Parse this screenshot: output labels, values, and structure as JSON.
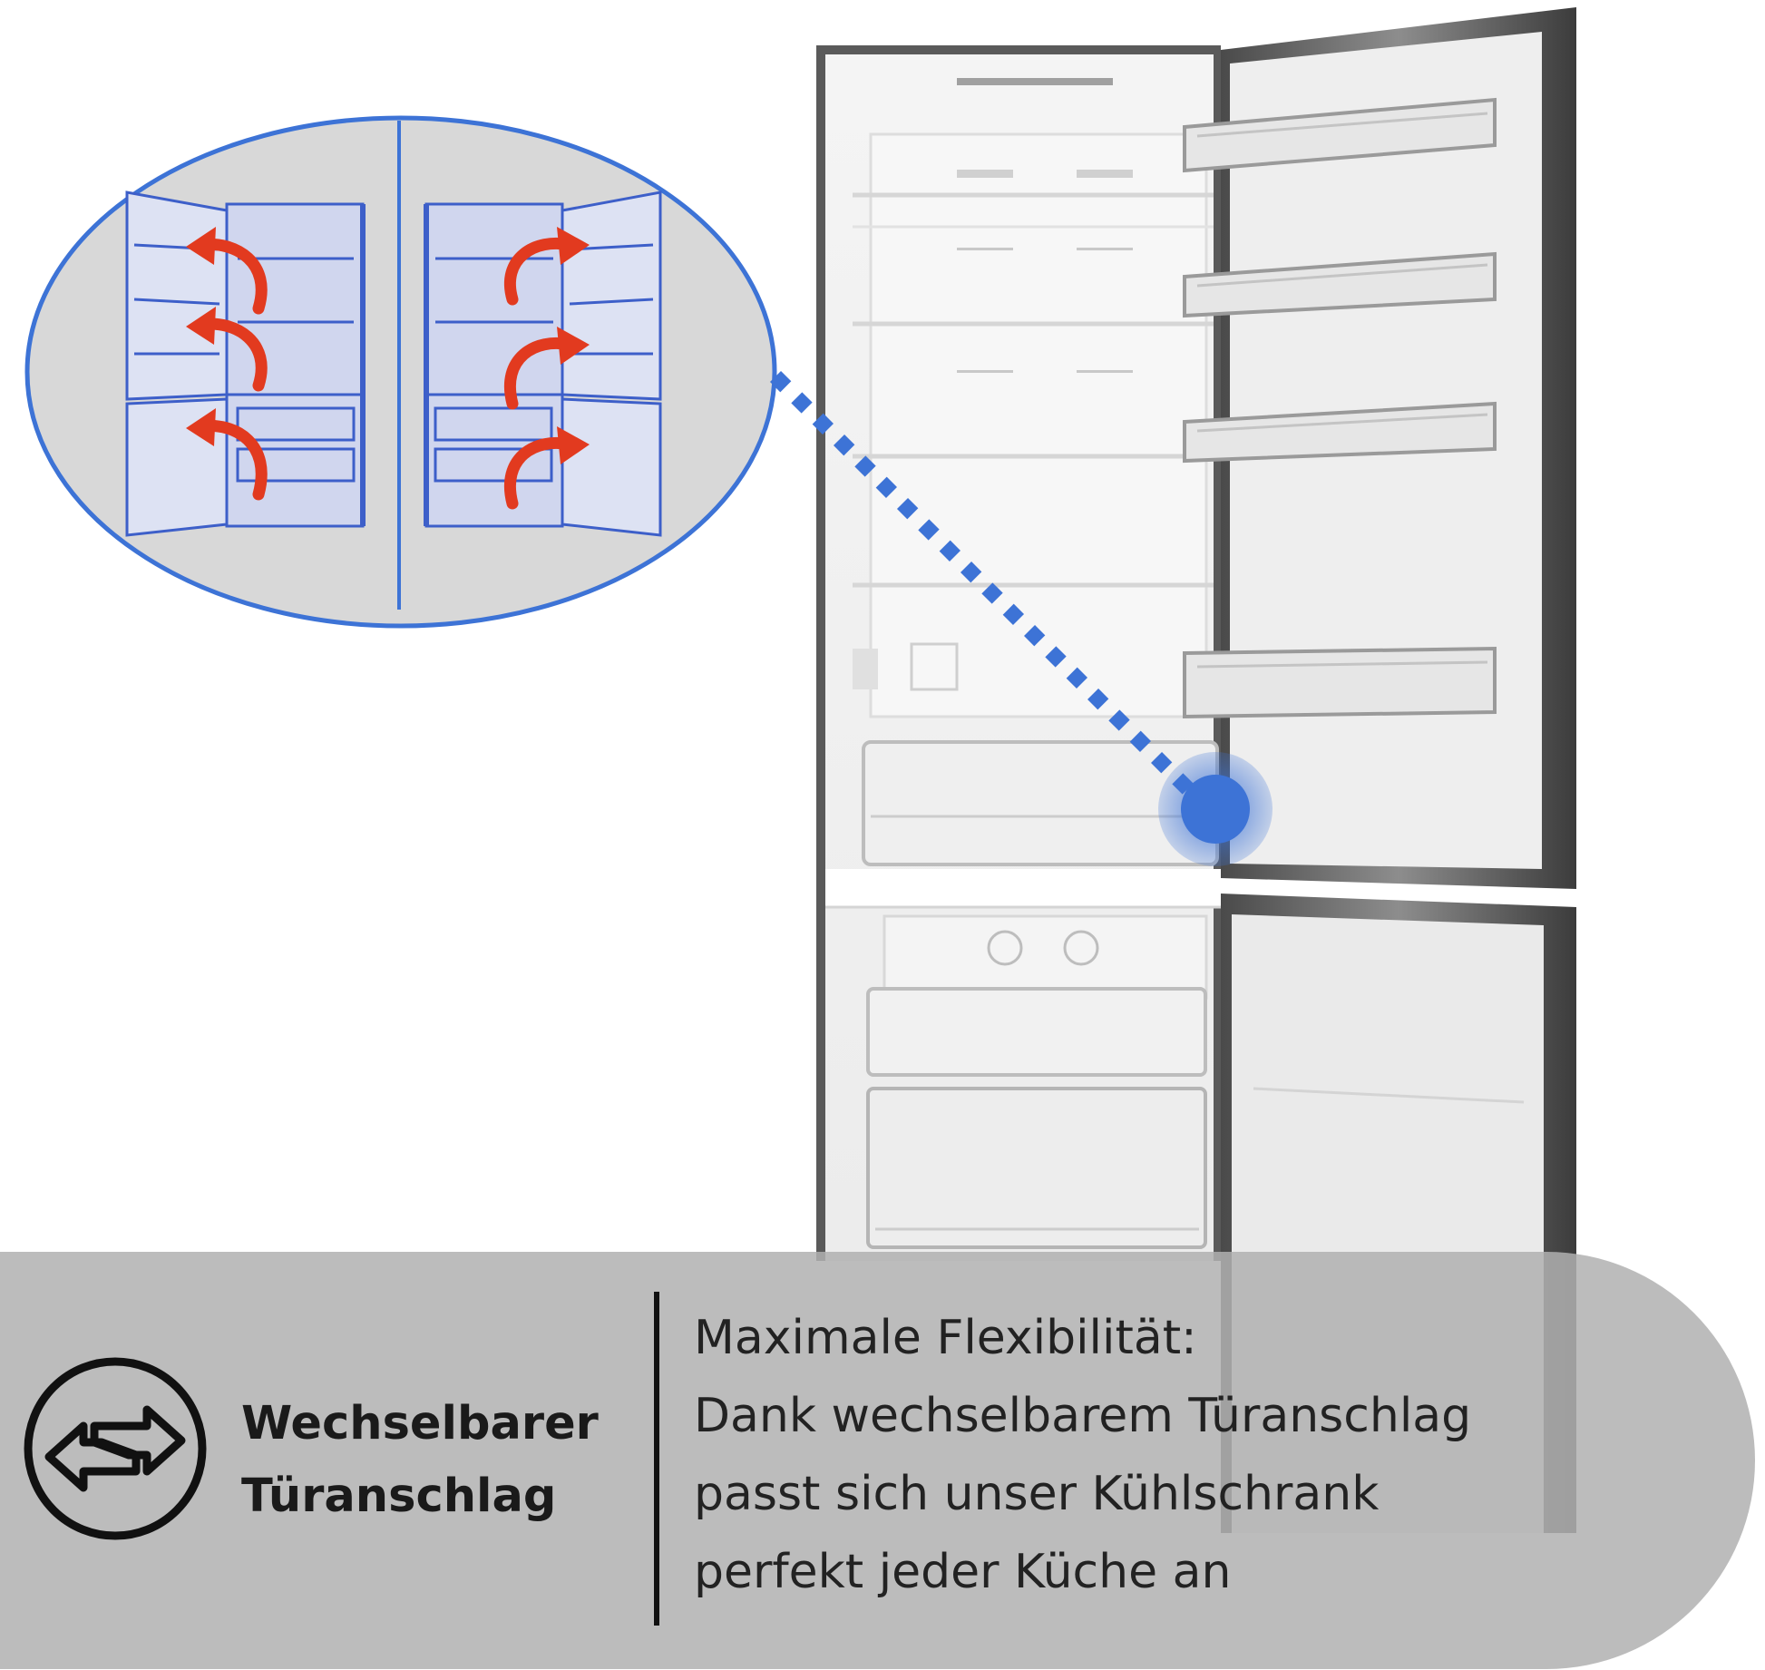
{
  "feature": {
    "title_line1": "Wechselbarer",
    "title_line2": "Türanschlag",
    "icon": "swap-arrows-icon"
  },
  "description": {
    "line1": "Maximale Flexibilität:",
    "line2": "Dank wechselbarem Türanschlag",
    "line3": "passt sich unser Kühlschrank",
    "line4": "perfekt jeder Küche an"
  },
  "colors": {
    "accent_blue": "#3d73d6",
    "arrow_red": "#e23a1f",
    "banner_gray": "#b0b0b0",
    "text_dark": "#1a1a1a"
  }
}
